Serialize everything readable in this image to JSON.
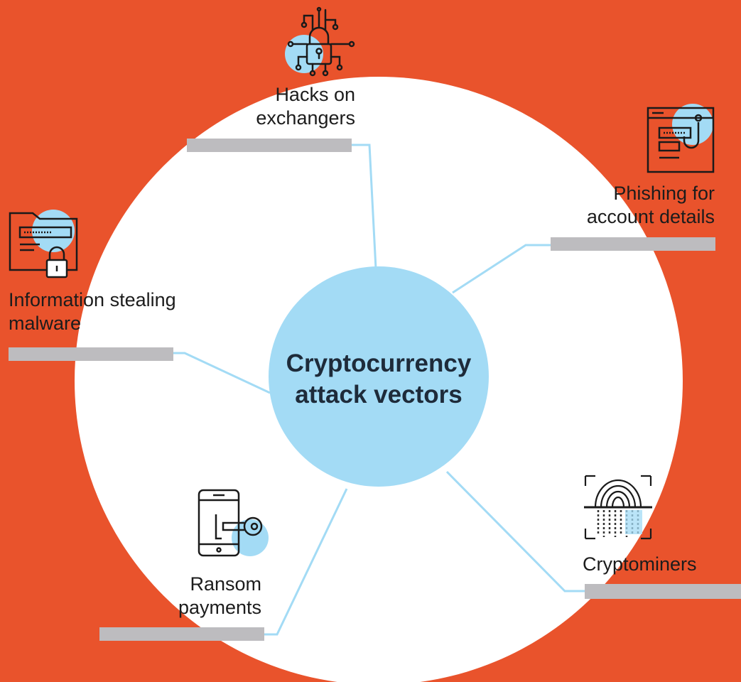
{
  "colors": {
    "background": "#E9532C",
    "disc": "#FFFFFF",
    "hub": "#A3DBF5",
    "connector": "#A3DBF5",
    "bar": "#BDBCBF",
    "icon_stroke": "#1a1a1a",
    "icon_accent": "#A3DBF5"
  },
  "center": {
    "line1": "Cryptocurrency",
    "line2": "attack vectors"
  },
  "vectors": [
    {
      "id": "hacks",
      "icon": "circuit-lock-icon",
      "line1": "Hacks on",
      "line2": "exchangers"
    },
    {
      "id": "phishing",
      "icon": "phishing-hook-icon",
      "line1": "Phishing for",
      "line2": "account details"
    },
    {
      "id": "malware",
      "icon": "folder-lock-icon",
      "line1": "Information stealing",
      "line2": "malware"
    },
    {
      "id": "ransom",
      "icon": "phone-key-icon",
      "line1": "Ransom",
      "line2": "payments"
    },
    {
      "id": "cryptominers",
      "icon": "fingerprint-scan-icon",
      "line1": "Cryptominers"
    }
  ]
}
